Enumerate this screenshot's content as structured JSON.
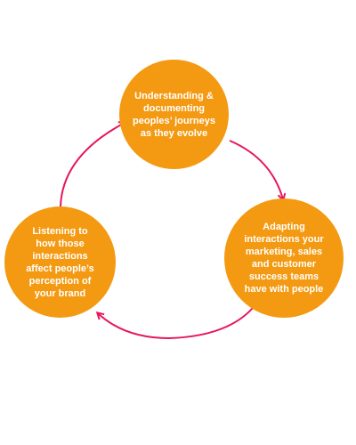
{
  "diagram": {
    "nodes": [
      {
        "id": "top",
        "label": "Understanding  &\ndocumenting\npeoples’ journeys\nas they evolve"
      },
      {
        "id": "right",
        "label": "Adapting\ninteractions your\nmarketing, sales\nand customer\nsuccess teams\nhave with people"
      },
      {
        "id": "left",
        "label": "Listening to\nhow those\ninteractions\naffect people’s\nperception of\nyour brand"
      }
    ],
    "edges": [
      {
        "from": "top",
        "to": "right"
      },
      {
        "from": "right",
        "to": "left"
      },
      {
        "from": "left",
        "to": "top"
      }
    ],
    "colors": {
      "node_fill": "#F39A12",
      "node_text": "#FFFFFF",
      "arrow": "#E6175C"
    }
  }
}
